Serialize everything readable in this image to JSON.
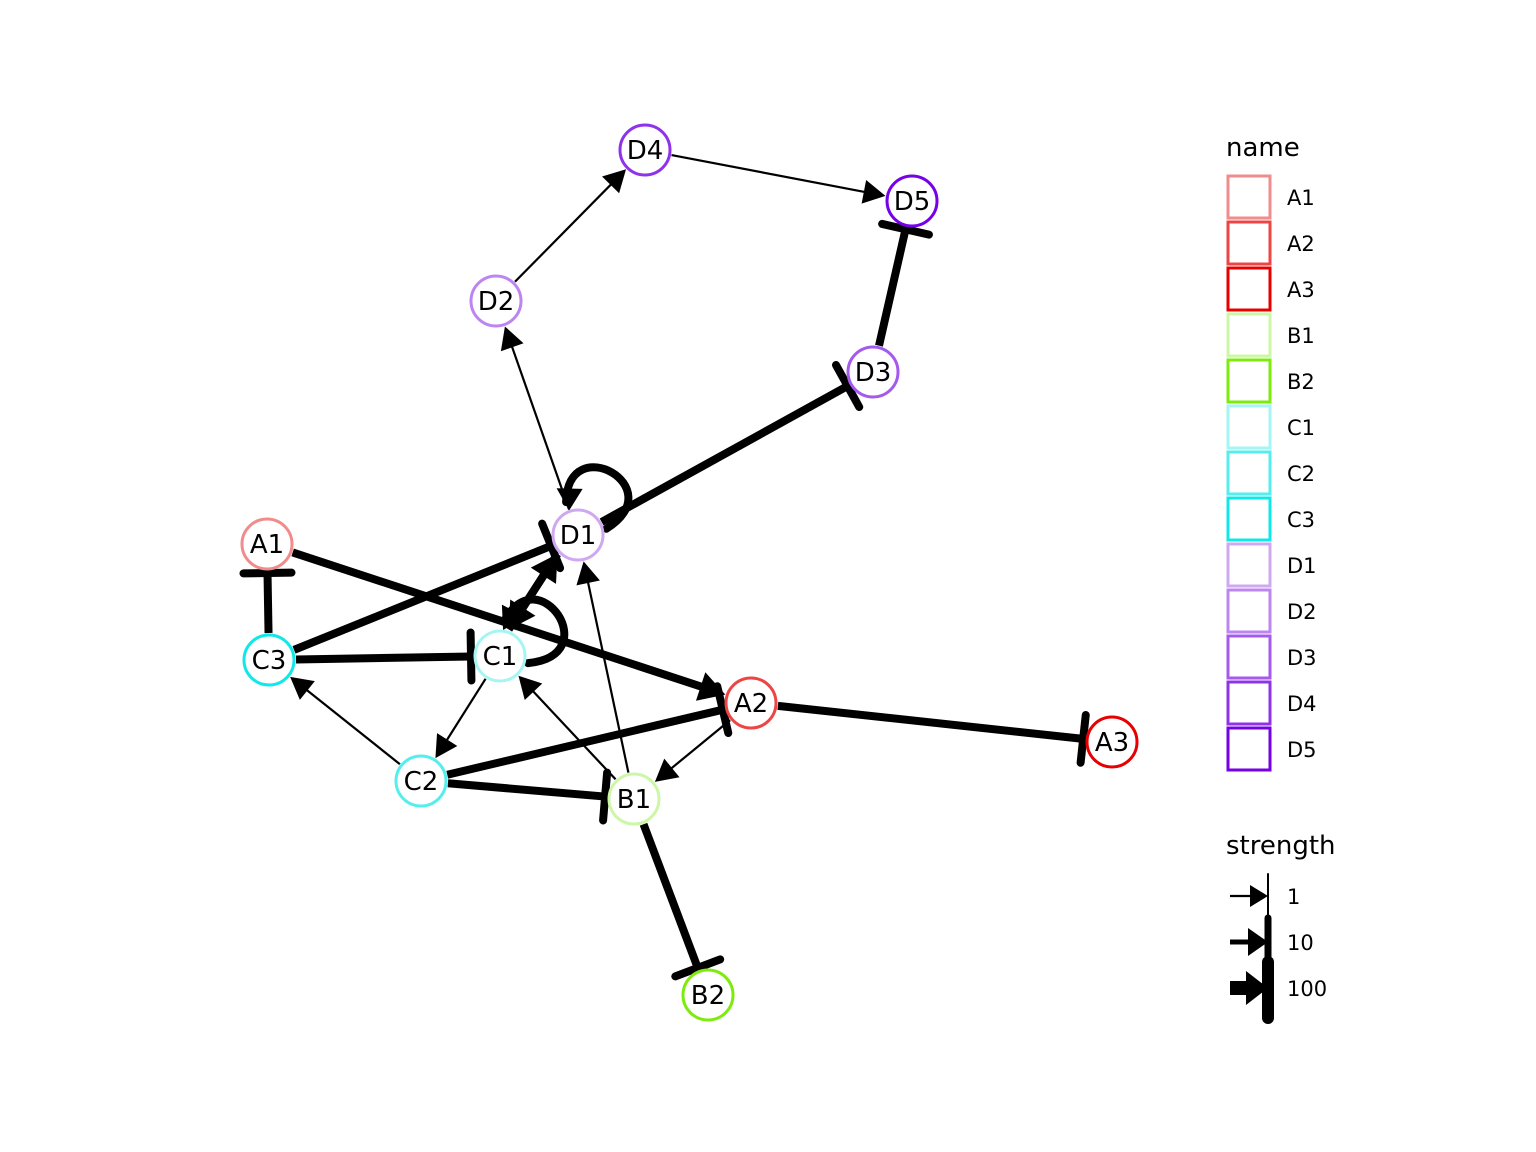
{
  "graph": {
    "nodes": [
      {
        "id": "A1",
        "color": "#F08C8C"
      },
      {
        "id": "A2",
        "color": "#EE4444"
      },
      {
        "id": "A3",
        "color": "#E80000"
      },
      {
        "id": "B1",
        "color": "#CCF7A6"
      },
      {
        "id": "B2",
        "color": "#7DEB0C"
      },
      {
        "id": "C1",
        "color": "#A6F5F5"
      },
      {
        "id": "C2",
        "color": "#55EEEE"
      },
      {
        "id": "C3",
        "color": "#0EE8E8"
      },
      {
        "id": "D1",
        "color": "#CFA8F2"
      },
      {
        "id": "D2",
        "color": "#BC86F2"
      },
      {
        "id": "D3",
        "color": "#A55AEE"
      },
      {
        "id": "D4",
        "color": "#8F33EB"
      },
      {
        "id": "D5",
        "color": "#7600E6"
      }
    ],
    "edges": [
      {
        "from": "D2",
        "to": "D4",
        "type": "activation",
        "strength": 1
      },
      {
        "from": "D4",
        "to": "D5",
        "type": "activation",
        "strength": 1
      },
      {
        "from": "D3",
        "to": "D5",
        "type": "inhibition",
        "strength": 100
      },
      {
        "from": "D1",
        "to": "D3",
        "type": "inhibition",
        "strength": 100
      },
      {
        "from": "D1",
        "to": "D2",
        "type": "activation",
        "strength": 1
      },
      {
        "from": "D1",
        "to": "D1",
        "type": "activation",
        "strength": 100
      },
      {
        "from": "B1",
        "to": "D1",
        "type": "activation",
        "strength": 1
      },
      {
        "from": "C3",
        "to": "D1",
        "type": "inhibition",
        "strength": 100
      },
      {
        "from": "C1",
        "to": "D1",
        "type": "activation",
        "strength": 100
      },
      {
        "from": "D1",
        "to": "C1",
        "type": "activation",
        "strength": 100
      },
      {
        "from": "C1",
        "to": "C1",
        "type": "activation",
        "strength": 100
      },
      {
        "from": "A1",
        "to": "A2",
        "type": "activation",
        "strength": 100
      },
      {
        "from": "C3",
        "to": "A1",
        "type": "inhibition",
        "strength": 100
      },
      {
        "from": "C3",
        "to": "C1",
        "type": "inhibition",
        "strength": 100
      },
      {
        "from": "C1",
        "to": "C2",
        "type": "activation",
        "strength": 1
      },
      {
        "from": "C2",
        "to": "C3",
        "type": "activation",
        "strength": 1
      },
      {
        "from": "B1",
        "to": "C1",
        "type": "activation",
        "strength": 1
      },
      {
        "from": "C2",
        "to": "A2",
        "type": "inhibition",
        "strength": 100
      },
      {
        "from": "C2",
        "to": "B1",
        "type": "inhibition",
        "strength": 100
      },
      {
        "from": "A2",
        "to": "B1",
        "type": "activation",
        "strength": 1
      },
      {
        "from": "A2",
        "to": "A3",
        "type": "inhibition",
        "strength": 100
      },
      {
        "from": "B1",
        "to": "B2",
        "type": "inhibition",
        "strength": 100
      }
    ]
  },
  "legend": {
    "name_title": "name",
    "name_items": [
      "A1",
      "A2",
      "A3",
      "B1",
      "B2",
      "C1",
      "C2",
      "C3",
      "D1",
      "D2",
      "D3",
      "D4",
      "D5"
    ],
    "strength_title": "strength",
    "strength_items": [
      "1",
      "10",
      "100"
    ]
  }
}
